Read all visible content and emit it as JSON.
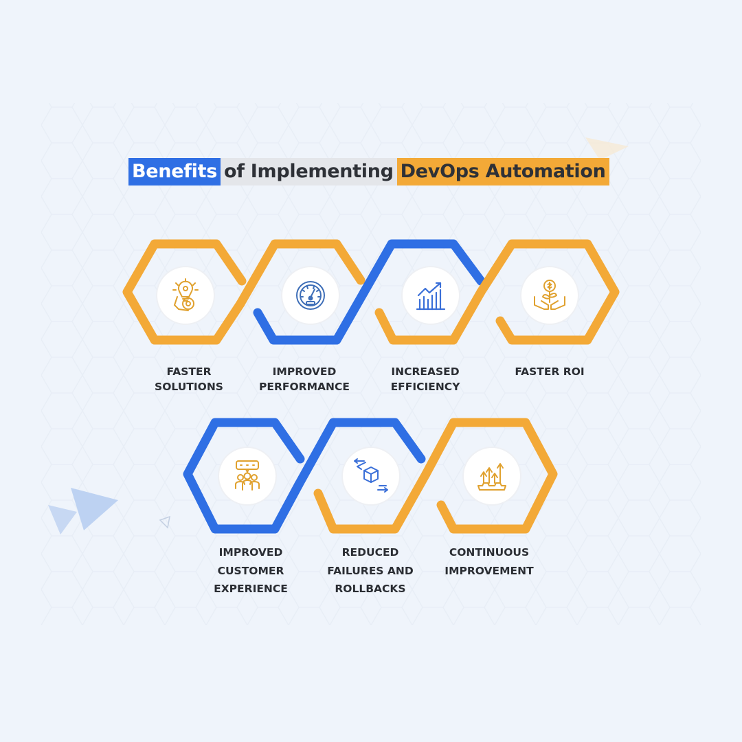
{
  "title": {
    "part1": "Benefits",
    "part2": "of Implementing",
    "part3": "DevOps Automation"
  },
  "colors": {
    "orange": "#f3a937",
    "blue": "#2f6fe4",
    "background": "#eff4fb",
    "icon_orange": "#e0a12e",
    "icon_blue": "#3a6fd8"
  },
  "benefits": [
    {
      "icon": "lightbulb-gear-icon",
      "lines": [
        "FASTER",
        "SOLUTIONS"
      ],
      "frame_color": "orange"
    },
    {
      "icon": "speedometer-icon",
      "lines": [
        "IMPROVED",
        "PERFORMANCE"
      ],
      "frame_color": "orange"
    },
    {
      "icon": "bar-chart-growth-icon",
      "lines": [
        "INCREASED",
        "EFFICIENCY"
      ],
      "frame_color": "blue"
    },
    {
      "icon": "money-hands-plant-icon",
      "lines": [
        "FASTER ROI"
      ],
      "frame_color": "orange"
    },
    {
      "icon": "customer-review-icon",
      "lines": [
        "IMPROVED",
        "CUSTOMER",
        "EXPERIENCE"
      ],
      "frame_color": "blue"
    },
    {
      "icon": "cube-arrows-icon",
      "lines": [
        "REDUCED",
        "FAILURES AND",
        "ROLLBACKS"
      ],
      "frame_color": "blue"
    },
    {
      "icon": "gear-growth-arrows-icon",
      "lines": [
        "CONTINUOUS",
        "IMPROVEMENT"
      ],
      "frame_color": "orange"
    }
  ]
}
